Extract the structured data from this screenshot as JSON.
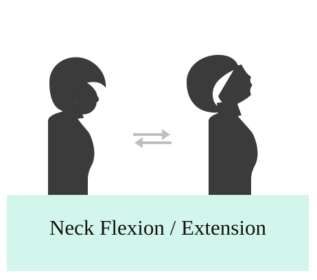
{
  "caption": {
    "text": "Neck Flexion / Extension"
  },
  "figures": [
    {
      "name": "neck-flexion-figure",
      "pose": "head tilted forward (chin down)"
    },
    {
      "name": "neck-extension-figure",
      "pose": "head tilted back (chin up)"
    }
  ],
  "icons": {
    "swap": "swap-arrows-icon"
  },
  "colors": {
    "figure": "#3b3b3b",
    "arrows": "#bfbfbf",
    "panel": "#d3f6ec",
    "text": "#111111",
    "background": "#ffffff"
  }
}
